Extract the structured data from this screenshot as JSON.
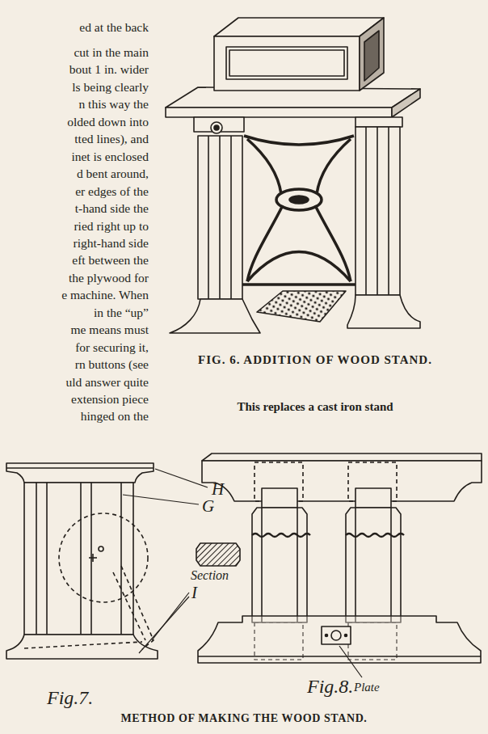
{
  "diagram": {
    "caption": "METHOD OF MAKING THE WOOD STAND.",
    "labels": [
      "ed at the back",
      "cut in the main",
      "bout 1 in. wider",
      "ls being clearly",
      "n this way the",
      "olded down into",
      "tted lines), and",
      "inet is enclosed",
      "d bent around,",
      "er edges of the",
      "t-hand side the",
      "ried right up to",
      "right-hand side",
      "eft between the",
      "the plywood for",
      "e machine. When",
      "in the “up”",
      "me means must",
      "for securing it,",
      "rn buttons (see",
      "uld answer quite",
      "extension piece",
      "hinged on the",
      "FIG. 6. ADDITION OF WOOD STAND.",
      "This replaces a cast iron stand",
      "H",
      "G",
      "Section",
      "I",
      "Plate",
      "Fig.7.",
      "Fig.8."
    ]
  }
}
